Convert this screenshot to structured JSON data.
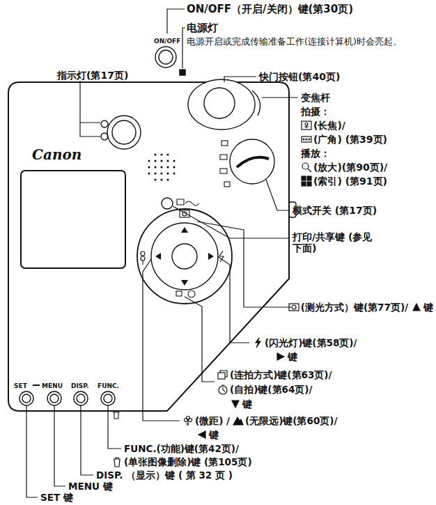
{
  "diagram": {
    "labels": [
      "ON/OFF（开启/关闭）键(第30页)",
      "电源灯",
      "电源开启或完成传输准备工作(连接计算机)时会亮起。",
      "指示灯(第17页)",
      "快门按钮(第40页)",
      "变焦杆",
      "拍摄：",
      "(长焦)/",
      "(广角) (第39页)",
      "播放：",
      "(放大)(第90页)/",
      "(索引) (第91页)",
      "模式开关 (第17页)",
      "打印/共享键 (参见下面)",
      "(测光方式）键(第77页)/",
      "键",
      "(闪光灯)键(第58页)/",
      "键",
      "(连拍方式)键(第63页)/",
      "(自拍)键(第64页)/",
      "键",
      "(微距) /",
      "(无限远)键(第60页)/",
      "键",
      "FUNC.(功能)键(第42页)/",
      "(单张图像删除)键 (第105页)",
      "DISP. （显示）键 ( 第 32 页 )",
      "MENU 键",
      "SET 键",
      "ON/OFF",
      "Canon",
      "SET",
      "MENU",
      "DISP.",
      "FUNC."
    ]
  }
}
